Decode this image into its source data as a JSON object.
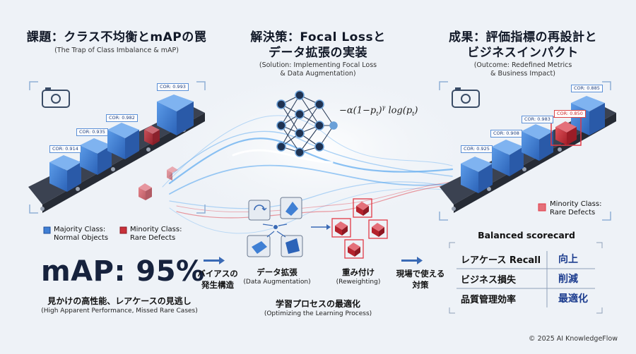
{
  "columns": {
    "problem": {
      "title": "課題：クラス不均衡とmAPの罠",
      "subtitle": "(The Trap of Class Imbalance & mAP)"
    },
    "solution": {
      "title_line1": "解決策：Focal Lossと",
      "title_line2": "データ拡張の実装",
      "subtitle_line1": "(Solution: Implementing Focal Loss",
      "subtitle_line2": "& Data Augmentation)"
    },
    "outcome": {
      "title_line1": "成果：評価指標の再設計と",
      "title_line2": "ビジネスインパクト",
      "subtitle_line1": "(Outcome: Redefined Metrics",
      "subtitle_line2": "& Business Impact)"
    }
  },
  "left_panel": {
    "cor_labels": [
      "COR: 0.914",
      "COR: 0.935",
      "COR: 0.982",
      "COR: 0.993"
    ],
    "legend": {
      "majority_line1": "Majority Class:",
      "majority_line2": "Normal Objects",
      "minority_line1": "Minority Class:",
      "minority_line2": "Rare Defects"
    },
    "metric": "mAP: 95%",
    "caption_jp": "見かけの高性能、レアケースの見逃し",
    "caption_en": "(High Apparent Performance, Missed Rare Cases)"
  },
  "middle": {
    "formula": "−α(1−p_t)^γ log(p_t)",
    "bias_line1": "バイアスの",
    "bias_line2": "発生構造",
    "augmentation_jp": "データ拡張",
    "augmentation_en": "(Data Augmentation)",
    "reweighting_jp": "重み付け",
    "reweighting_en": "(Reweighting)",
    "optimizing_jp": "学習プロセスの最適化",
    "optimizing_en": "(Optimizing the Learning Process)",
    "field_line1": "現場で使える",
    "field_line2": "対策"
  },
  "right_panel": {
    "cor_labels": [
      "COR: 0.925",
      "COR: 0.908",
      "COR: 0.983",
      "COR: 0.850",
      "COR: 0.885"
    ],
    "legend_line1": "Minority Class:",
    "legend_line2": "Rare Defects",
    "scorecard_title": "Balanced scorecard",
    "rows": [
      {
        "label": "レアケース Recall",
        "value": "向上"
      },
      {
        "label": "ビジネス損失",
        "value": "削減"
      },
      {
        "label": "品質管理効率",
        "value": "最適化"
      }
    ]
  },
  "footer": "© 2025 AI KnowledgeFlow",
  "colors": {
    "blue_box": "#3f7fd4",
    "red_box": "#c8323a",
    "belt": "#3b4251",
    "flow": "#5aa8f0"
  }
}
